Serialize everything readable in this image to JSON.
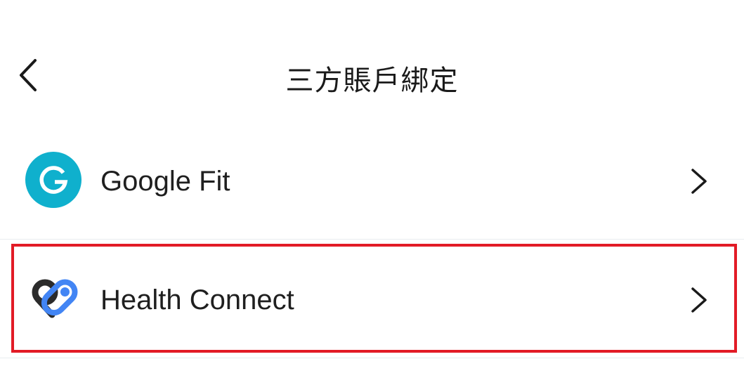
{
  "header": {
    "title": "三方賬戶綁定",
    "back_icon": "chevron-left-icon"
  },
  "accounts": [
    {
      "label": "Google Fit",
      "icon": "google-fit-icon",
      "icon_color": "#0fb0cd",
      "chevron": "chevron-right-icon"
    },
    {
      "label": "Health Connect",
      "icon": "health-connect-icon",
      "icon_colors": [
        "#2b2b2b",
        "#4285f4"
      ],
      "chevron": "chevron-right-icon"
    }
  ],
  "highlight": {
    "target": "Health Connect",
    "color": "#e21b26"
  }
}
